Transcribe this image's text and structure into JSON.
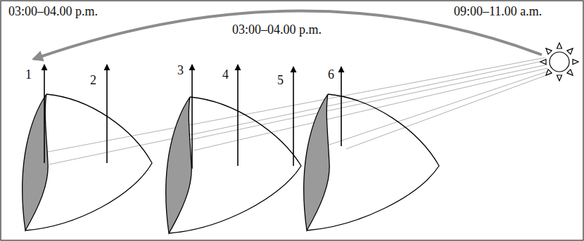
{
  "diagram": {
    "labels": [
      "03:00–04.00 p.m.",
      "09:00–11.00 a.m.",
      "03:00–04.00 p.m.",
      "1",
      "2",
      "3",
      "4",
      "5",
      "6"
    ]
  }
}
